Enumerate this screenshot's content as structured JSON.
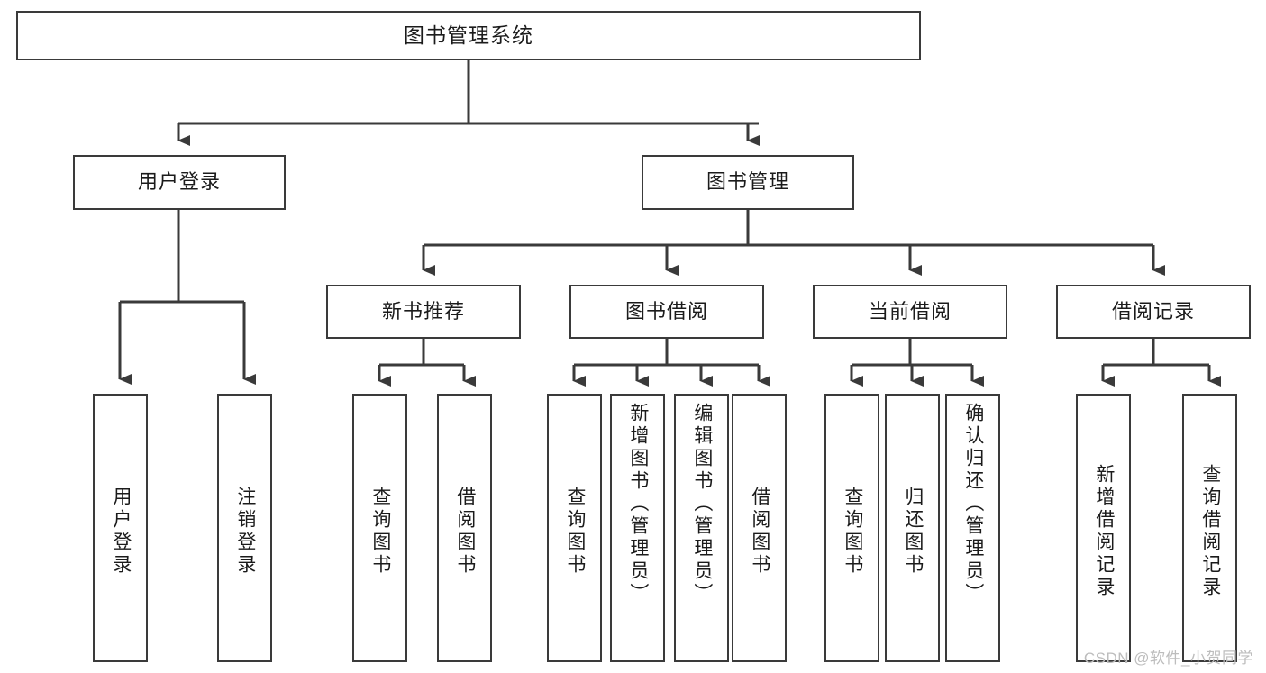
{
  "diagram": {
    "title": "图书管理系统",
    "watermark": "CSDN @软件_小贺同学",
    "line_color": "#3a3a3a",
    "box_border_color": "#3a3a3a",
    "box_fill_color": "#ffffff",
    "text_color": "#1b1b1b",
    "watermark_color": "#bdbdbd"
  },
  "nodes": {
    "root": {
      "label": "图书管理系统"
    },
    "level2": [
      {
        "label": "用户登录"
      },
      {
        "label": "图书管理"
      }
    ],
    "level3": [
      {
        "label": "新书推荐"
      },
      {
        "label": "图书借阅"
      },
      {
        "label": "当前借阅"
      },
      {
        "label": "借阅记录"
      }
    ],
    "leaves": {
      "user_login": [
        {
          "label": "用户登录"
        },
        {
          "label": "注销登录"
        }
      ],
      "new_book": [
        {
          "label": "查询图书"
        },
        {
          "label": "借阅图书"
        }
      ],
      "book_borrow": [
        {
          "label": "查询图书"
        },
        {
          "label": "新增图书（管理员）"
        },
        {
          "label": "编辑图书（管理员）"
        },
        {
          "label": "借阅图书"
        }
      ],
      "current_borrow": [
        {
          "label": "查询图书"
        },
        {
          "label": "归还图书"
        },
        {
          "label": "确认归还（管理员）"
        }
      ],
      "borrow_record": [
        {
          "label": "新增借阅记录"
        },
        {
          "label": "查询借阅记录"
        }
      ]
    }
  }
}
